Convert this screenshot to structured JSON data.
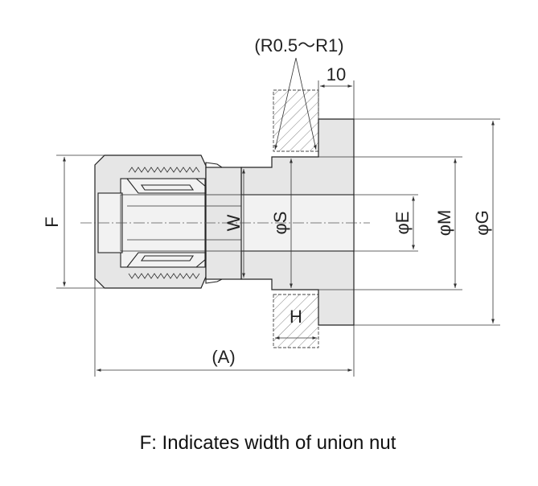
{
  "labels": {
    "radius_note": "(R0.5～R1)",
    "dim_10": "10",
    "dim_F": "F",
    "dim_W": "W",
    "dim_S": "φS",
    "dim_E": "φE",
    "dim_M": "φM",
    "dim_G": "φG",
    "dim_H": "H",
    "dim_A": "(A)"
  },
  "note": "F: Indicates width of union nut"
}
